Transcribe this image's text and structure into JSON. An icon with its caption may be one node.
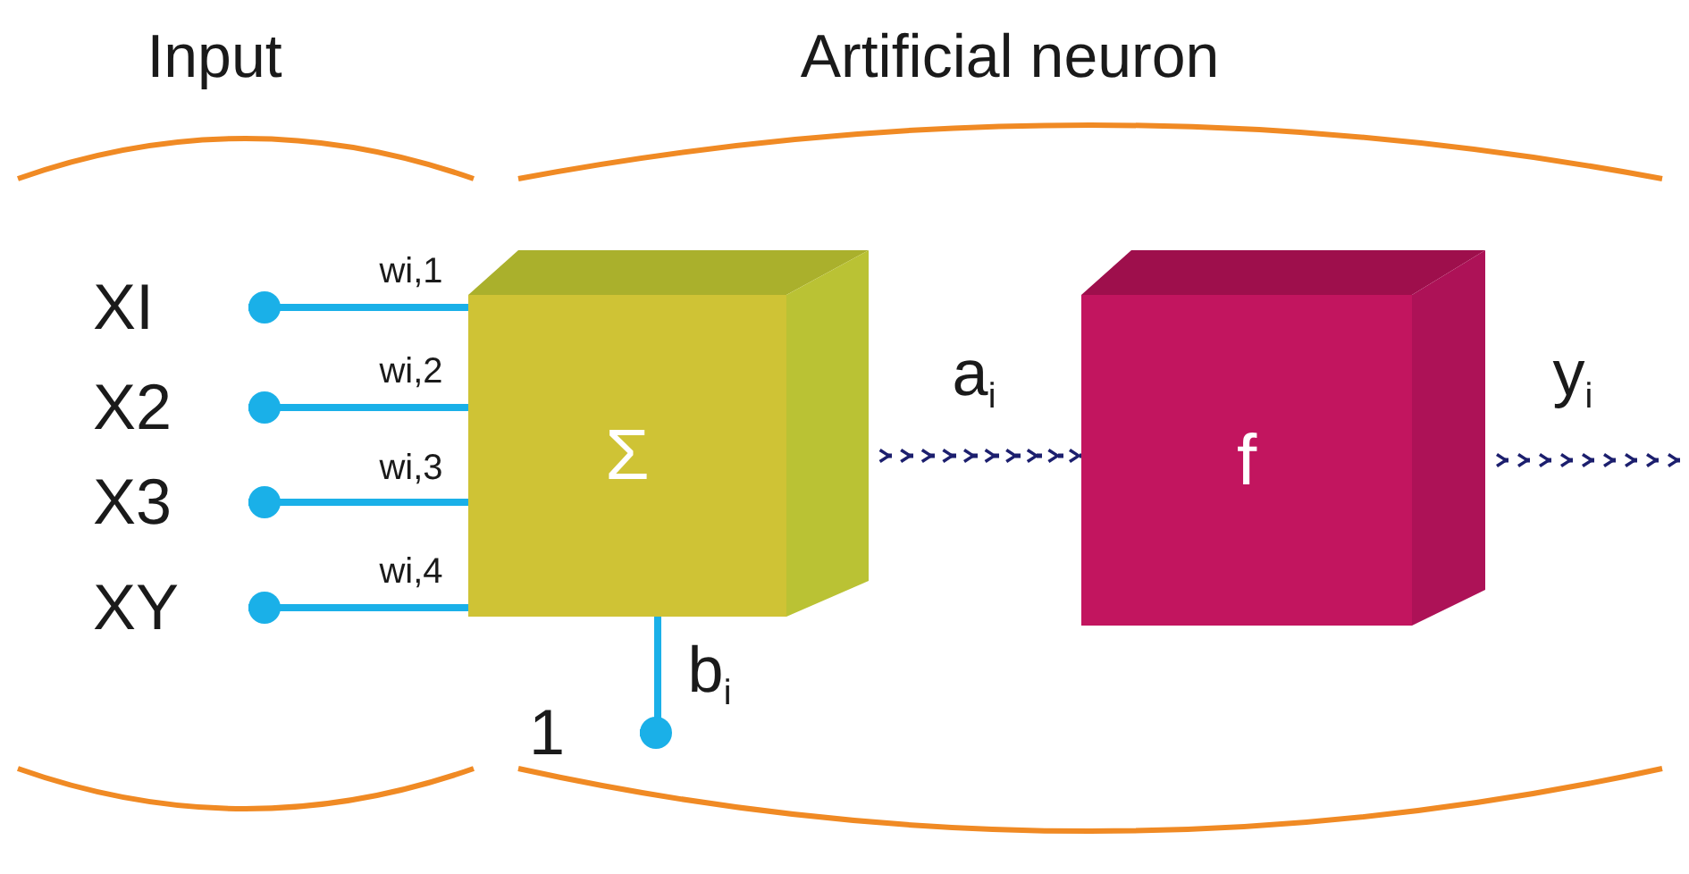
{
  "diagram": {
    "nodes": [
      {
        "text": [
          "XI"
        ]
      },
      {
        "text": [
          "X2"
        ]
      },
      {
        "text": [
          "X3"
        ]
      },
      {
        "text": [
          "XY"
        ]
      },
      {
        "text": [
          "Σ"
        ]
      },
      {
        "text": [
          "f"
        ]
      },
      {
        "text": [
          "1"
        ]
      }
    ],
    "edges": [
      {
        "from": 0,
        "to": 4,
        "arrow": "other",
        "label": "wi,1"
      },
      {
        "from": 1,
        "to": 4,
        "arrow": "other",
        "label": "wi,2"
      },
      {
        "from": 2,
        "to": 4,
        "arrow": "other",
        "label": "wi,3"
      },
      {
        "from": 3,
        "to": 4,
        "arrow": "other",
        "label": "wi,4"
      },
      {
        "from": 4,
        "to": 5,
        "arrow": "to",
        "label": "a$_{i}$",
        "style": "dashed",
        "color": "#1c1f6e"
      },
      {
        "from": 5,
        "to": null,
        "arrow": "to",
        "label": "y$_{i}$",
        "style": "dashed",
        "color": "#1c1f6e"
      },
      {
        "from": 6,
        "to": 4,
        "arrow": "other",
        "label": "b$_{i}$"
      }
    ],
    "labels": [
      "Input",
      "Artificial neuron"
    ]
  }
}
